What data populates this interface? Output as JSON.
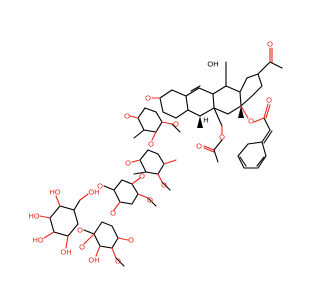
{
  "molecule": {
    "atom_labels": {
      "oh_steroid": "OH",
      "h_steroid": "H",
      "o_ketone": "O",
      "o_ester_top": "O",
      "o_cinnamate_carbonyl": "O",
      "o_acetate_ring": "O",
      "o_acetate_carbonyl": "O",
      "o_glyco1": "O",
      "o_ring1": "O",
      "o_methoxy1": "O",
      "o_link12": "O",
      "o_ring2": "O",
      "o_methoxy2": "O",
      "o_link23": "O",
      "o_ring3": "O",
      "o_methoxy3": "O",
      "o_link34": "O",
      "o_ring4": "O",
      "o_methoxy4": "O",
      "oh_ring4": "OH",
      "o_link45": "O",
      "o_ring5": "O",
      "oh_a": "HO",
      "oh_b": "HO",
      "oh_c": "HO",
      "oh_d": "OH",
      "oh_primary": "OH"
    }
  }
}
